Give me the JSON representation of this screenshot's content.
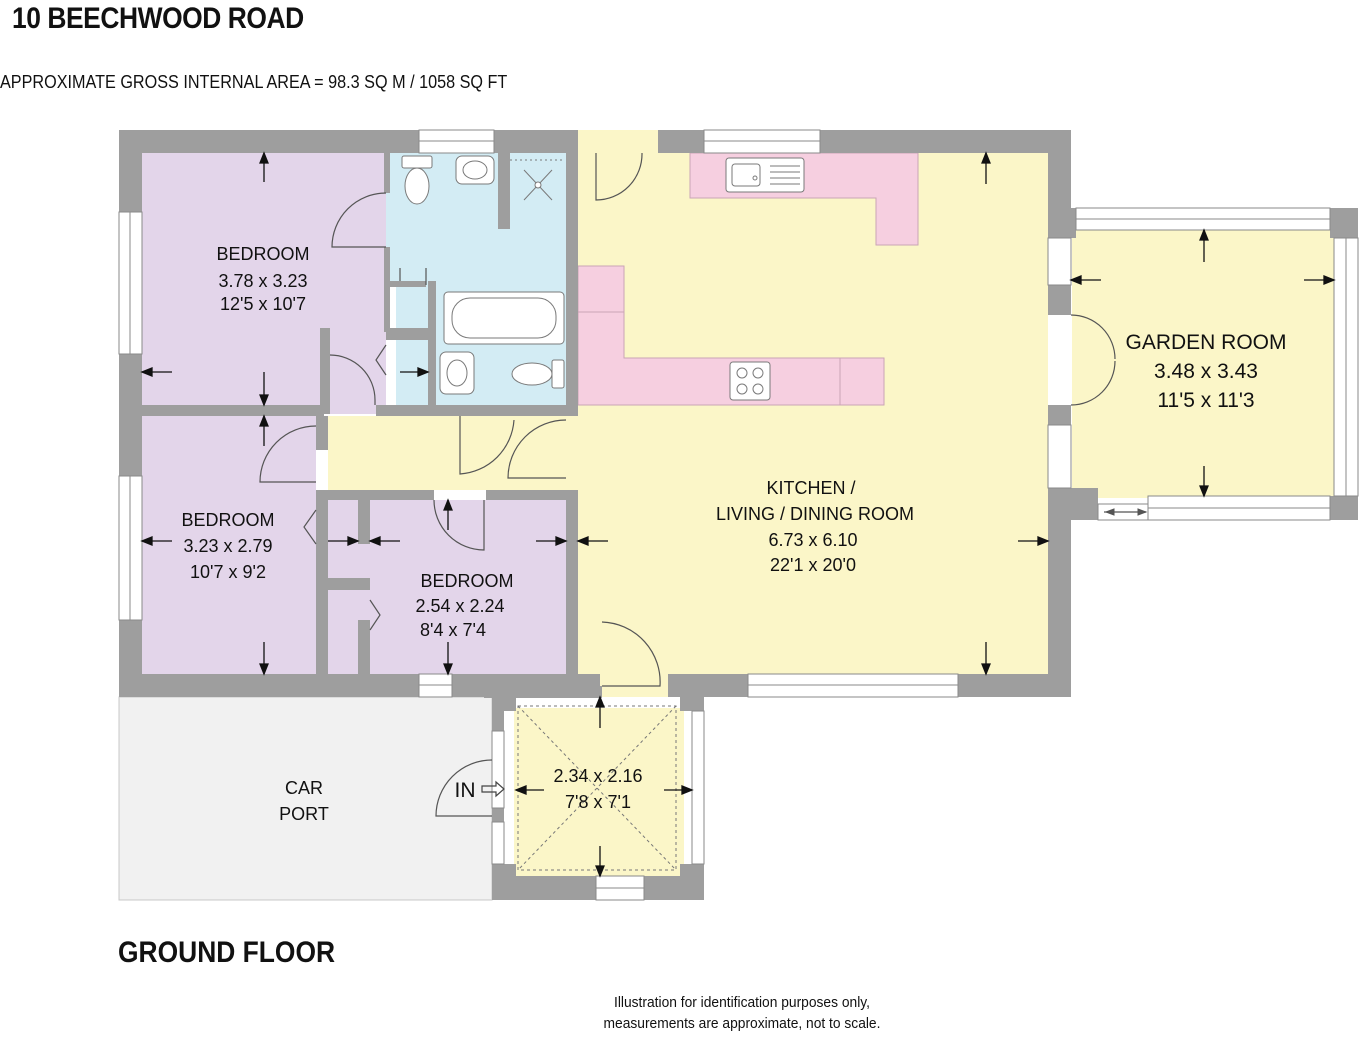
{
  "header": {
    "title": "10 BEECHWOOD ROAD",
    "area": "APPROXIMATE GROSS INTERNAL AREA = 98.3 SQ M / 1058 SQ FT"
  },
  "floor_label": "GROUND FLOOR",
  "rooms": {
    "bedroom1": {
      "name": "BEDROOM",
      "metric": "3.78 x 3.23",
      "imperial": "12'5 x 10'7"
    },
    "bedroom2": {
      "name": "BEDROOM",
      "metric": "3.23 x 2.79",
      "imperial": "10'7 x 9'2"
    },
    "bedroom3": {
      "name": "BEDROOM",
      "metric": "2.54 x 2.24",
      "imperial": "8'4 x 7'4"
    },
    "kitchen": {
      "name_line1": "KITCHEN /",
      "name_line2": "LIVING / DINING ROOM",
      "metric": "6.73 x 6.10",
      "imperial": "22'1 x 20'0"
    },
    "garden_room": {
      "name": "GARDEN ROOM",
      "metric": "3.48 x 3.43",
      "imperial": "11'5 x 11'3"
    },
    "porch": {
      "metric": "2.34 x 2.16",
      "imperial": "7'8 x 7'1"
    },
    "car_port": {
      "line1": "CAR",
      "line2": "PORT"
    }
  },
  "entrance_label": "IN",
  "disclaimer": {
    "line1": "Illustration for identification purposes only,",
    "line2": "measurements are approximate, not to scale."
  },
  "colors": {
    "bedroom": "#e3d5ea",
    "kitchen": "#fbf6c8",
    "worktop": "#f6cfe0",
    "bathroom": "#d3ecf4",
    "carport": "#f1f1f1",
    "wall": "#9e9e9e"
  }
}
